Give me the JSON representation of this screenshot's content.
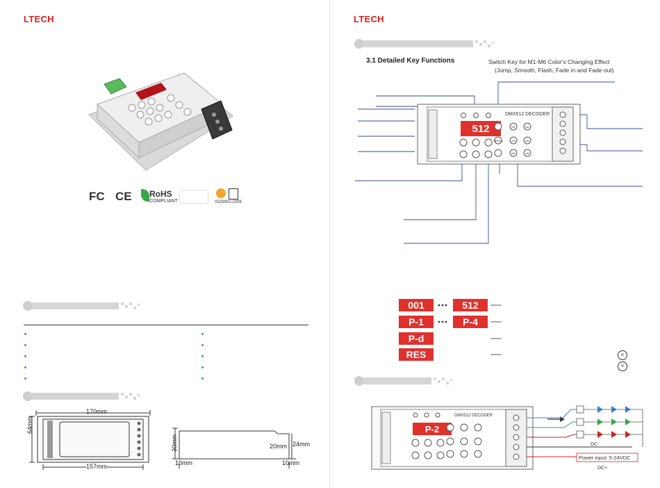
{
  "brand": "LTECH",
  "section_3_1": {
    "title": "3.1 Detailed Key Functions",
    "switch_key_line1": "Switch Key for M1-M6 Color's Changing Effect",
    "switch_key_line2": "(Jump, Smooth, Flash, Fade in and Fade out)"
  },
  "certifications": {
    "fcc": "FC",
    "ce": "CE",
    "rohs": "RoHS",
    "rohs_sub": "COMPLIANT",
    "iso": "ISO9001:2008"
  },
  "dimensions": {
    "length_total": "170mm",
    "length_inner": "157mm",
    "width": "64mm",
    "height_total": "30mm",
    "height_body": "24mm",
    "height_step": "20mm",
    "edge_left": "10mm",
    "edge_right": "10mm"
  },
  "device": {
    "model": "DMX512 DECODER",
    "display_detail": "512",
    "display_wiring": "P-2",
    "keys": [
      "M1",
      "M2",
      "M3",
      "M4",
      "M5",
      "M6"
    ],
    "speed_key": "SPEED"
  },
  "display_codes": {
    "row1": [
      "001",
      "512"
    ],
    "row2": [
      "P-1",
      "P-4"
    ],
    "row3": "P-d",
    "row4": "RES"
  },
  "wiring": {
    "power_input": "Power input: 5-24VDC",
    "dc_minus": "DC-",
    "dc_plus": "DC+"
  },
  "colors": {
    "brand_red": "#d7201d",
    "leader_blue": "#3a4a9a",
    "segment_bg": "#e0312c"
  }
}
